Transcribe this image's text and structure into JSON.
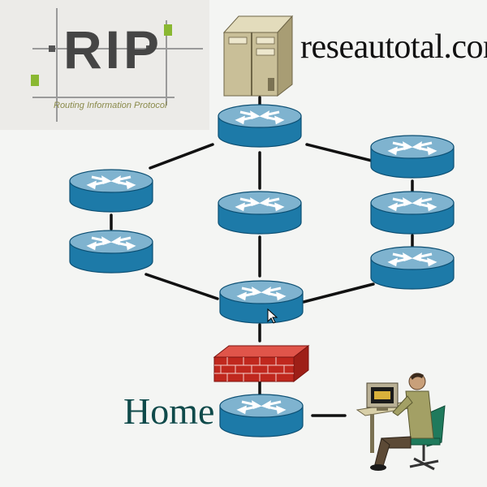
{
  "logo": {
    "title": "RIP",
    "subtitle": "Routing Information Protocol"
  },
  "site": {
    "title": "reseautotal.com"
  },
  "labels": {
    "home": "Home"
  },
  "colors": {
    "router_top": "#7fb3cf",
    "router_side": "#1d7aa8",
    "link": "#111111",
    "firewall": "#c0281e",
    "server": "#c9bf98",
    "logo_accent": "#8ab832",
    "home_text": "#0f4a4a"
  },
  "icons": {
    "server": "server-icon",
    "router": "router-icon",
    "firewall": "firewall-icon",
    "user": "user-at-computer-icon",
    "cursor": "mouse-cursor-icon"
  }
}
